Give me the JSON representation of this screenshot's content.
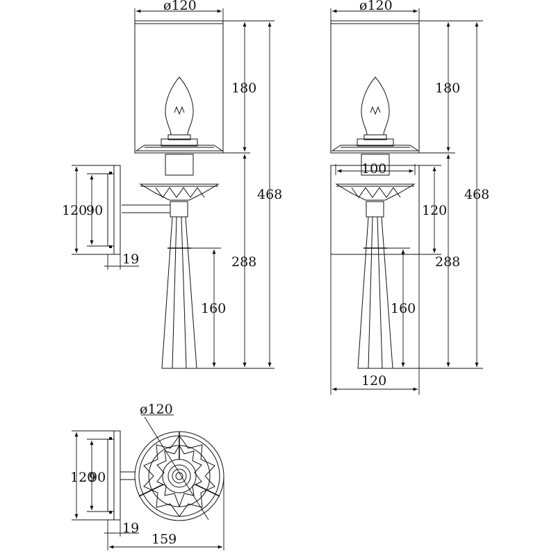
{
  "drawing": {
    "side_view": {
      "shade_diameter": "ø120",
      "shade_height": "180",
      "total_height": "468",
      "plate_height_outer": "120",
      "plate_height_inner": "90",
      "lower_height": "288",
      "stem_height": "160",
      "plate_depth": "19"
    },
    "front_view": {
      "shade_diameter": "ø120",
      "shade_height": "180",
      "total_height": "468",
      "backplate_width": "100",
      "backplate_height": "120",
      "lower_height": "288",
      "stem_height": "160",
      "base_width": "120"
    },
    "top_view": {
      "disc_diameter": "ø120",
      "plate_height_outer": "120",
      "plate_height_inner": "90",
      "plate_depth": "19",
      "overall_depth": "159"
    }
  }
}
